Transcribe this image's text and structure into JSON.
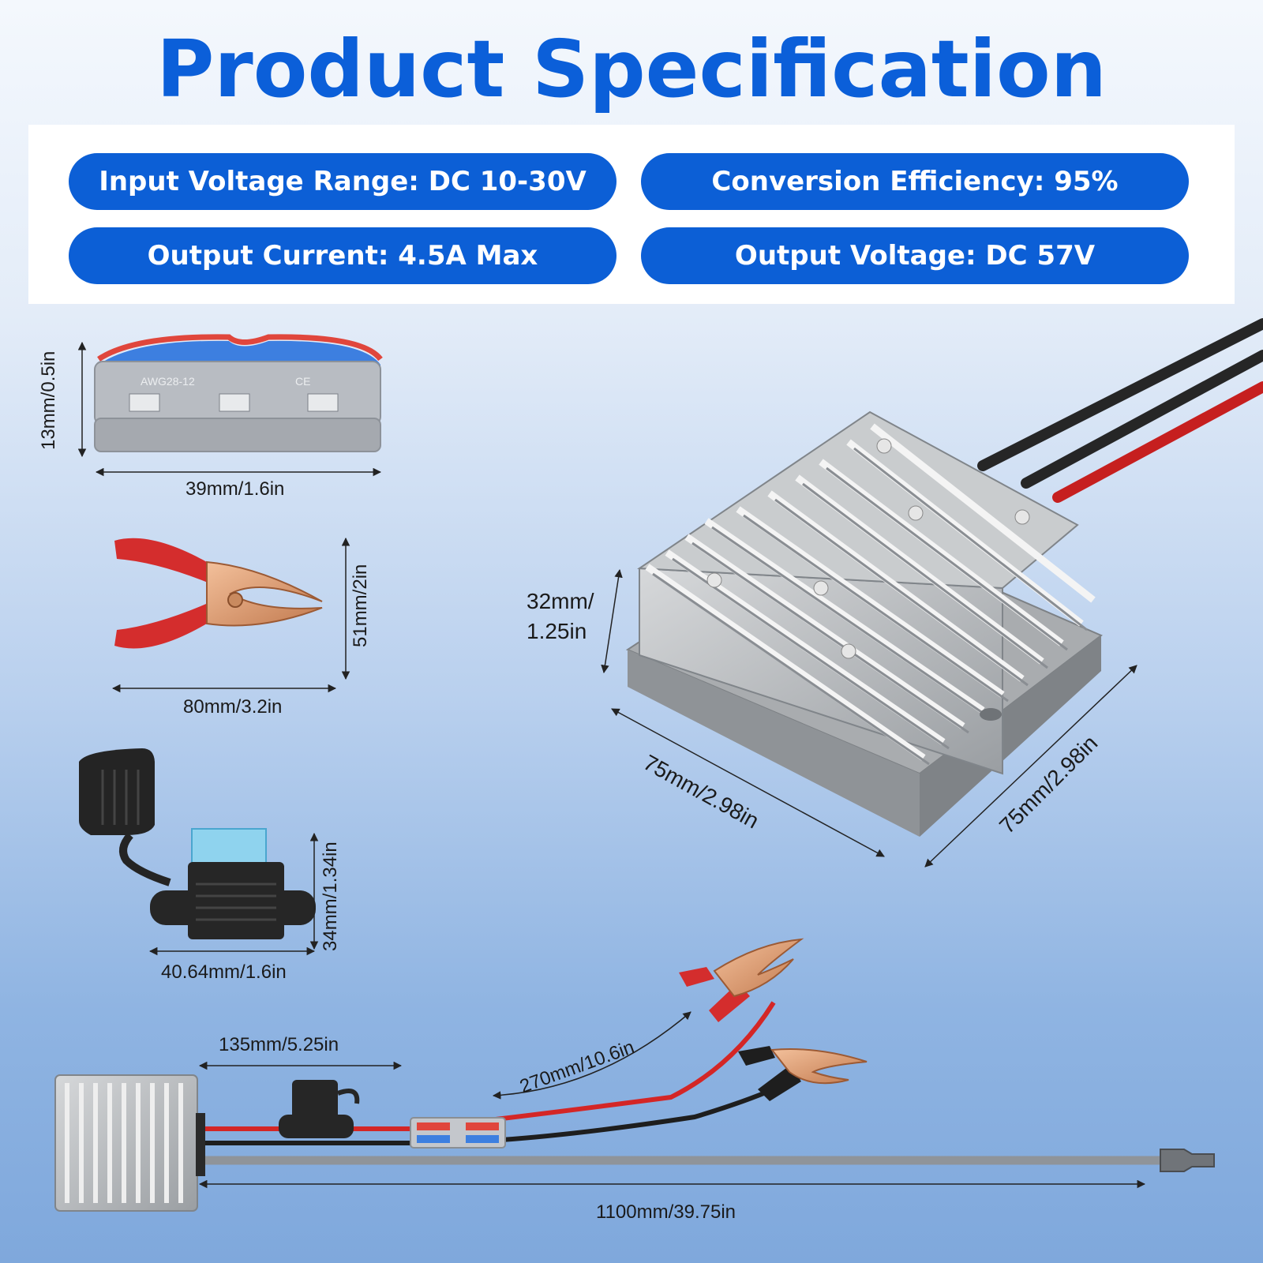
{
  "title": "Product Specification",
  "specs": {
    "input_voltage": "Input Voltage Range: DC 10-30V",
    "efficiency": "Conversion Efficiency: 95%",
    "output_current": "Output Current: 4.5A Max",
    "output_voltage": "Output Voltage: DC 57V"
  },
  "connector": {
    "marking_awg": "AWG28-12",
    "marking_ce": "CE",
    "height": "13mm/0.5in",
    "width": "39mm/1.6in"
  },
  "clip": {
    "height": "51mm/2in",
    "width": "80mm/3.2in"
  },
  "fuse_holder": {
    "height": "34mm/1.34in",
    "width": "40.64mm/1.6in"
  },
  "converter": {
    "height_line1": "32mm/",
    "height_line2": "1.25in",
    "length": "75mm/2.98in",
    "depth": "75mm/2.98in"
  },
  "assembly": {
    "fuse_lead": "135mm/5.25in",
    "clip_lead": "270mm/10.6in",
    "total_length": "1100mm/39.75in"
  },
  "colors": {
    "brand_blue": "#0c5fd6",
    "wire_red": "#d42626",
    "wire_black": "#1e1e1e",
    "aluminum": "#b9bcbf"
  }
}
